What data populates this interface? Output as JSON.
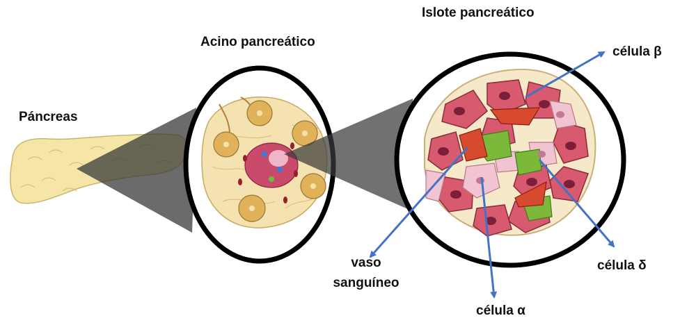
{
  "labels": {
    "pancreas": "Páncreas",
    "acino": "Acino pancreático",
    "islote": "Islote pancreático",
    "beta": "célula β",
    "delta": "célula δ",
    "alpha": "célula α",
    "vaso_line1": "vaso",
    "vaso_line2": "sanguíneo"
  },
  "colors": {
    "arrow": "#4472c4",
    "circle_outline": "#000000",
    "pancreas_fill": "#f5e6a8",
    "acino_bg": "#f4e3b1",
    "beta_cell": "#d85a6e",
    "alpha_cell": "#f2c4d2",
    "delta_cell": "#7cb83a",
    "vessel": "#d84a2e"
  }
}
